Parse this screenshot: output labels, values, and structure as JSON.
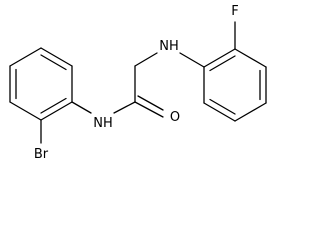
{
  "molecule": {
    "atoms": {
      "fluorine": "F",
      "amine_nh": "NH",
      "amide_nh": "NH",
      "carbonyl_oxygen": "O",
      "bromine": "Br"
    },
    "colors": {
      "bond": "#000000",
      "label": "#000000",
      "background": "#ffffff"
    }
  }
}
